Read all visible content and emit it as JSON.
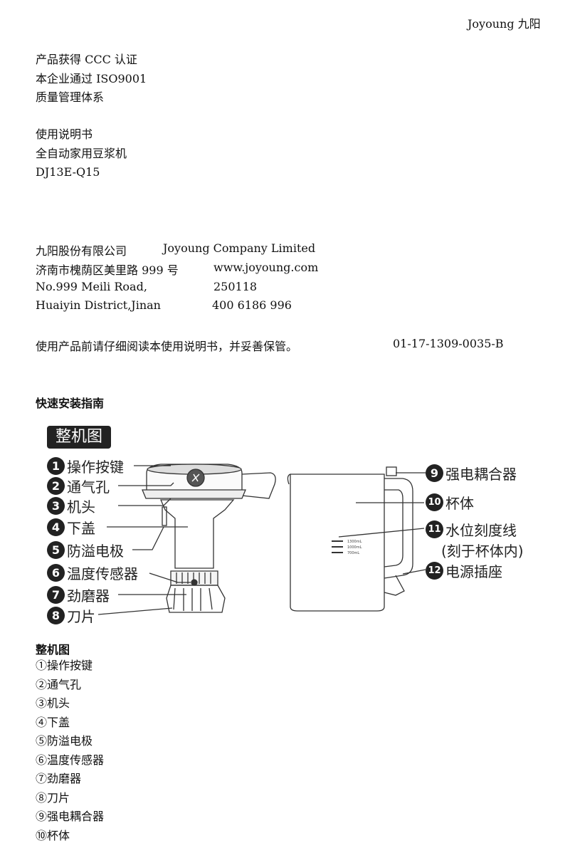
{
  "header": {
    "brand": "Joyoung 九阳"
  },
  "certs": [
    "产品获得 CCC 认证",
    "本企业通过 ISO9001",
    "质量管理体系"
  ],
  "manual": {
    "line1": "使用说明书",
    "line2": "全自动家用豆浆机",
    "model": "DJ13E-Q15"
  },
  "company": {
    "name_cn": "九阳股份有限公司",
    "name_en": "Joyoung Company Limited",
    "addr_cn": "济南市槐荫区美里路 999 号",
    "website": "www.joyoung.com",
    "addr_en1": "No.999 Meili Road,",
    "postcode": "250118",
    "addr_en2": "Huaiyin District,Jinan",
    "phone": "400 6186 996"
  },
  "notice": {
    "text": "使用产品前请仔细阅读本使用说明书，并妥善保管。",
    "code": "01-17-1309-0035-B"
  },
  "quick_guide_title": "快速安装指南",
  "diagram": {
    "title": "整机图",
    "left_labels": [
      {
        "n": "1",
        "text": "操作按键"
      },
      {
        "n": "2",
        "text": "通气孔"
      },
      {
        "n": "3",
        "text": "机头"
      },
      {
        "n": "4",
        "text": "下盖"
      },
      {
        "n": "5",
        "text": "防溢电极"
      },
      {
        "n": "6",
        "text": "温度传感器"
      },
      {
        "n": "7",
        "text": "劲磨器"
      },
      {
        "n": "8",
        "text": "刀片"
      }
    ],
    "right_labels": {
      "l9": {
        "n": "9",
        "text": "强电耦合器"
      },
      "l10": {
        "n": "10",
        "text": "杯体"
      },
      "l11": {
        "n": "11",
        "text": "水位刻度线"
      },
      "l11b": "(刻于杯体内)",
      "l12": {
        "n": "12",
        "text": "电源插座"
      }
    },
    "scale_marks": [
      "1300mL",
      "1000mL",
      "700mL"
    ]
  },
  "parts_title": "整机图",
  "parts_list": [
    "①操作按键",
    "②通气孔",
    "③机头",
    "④下盖",
    "⑤防溢电极",
    "⑥温度传感器",
    "⑦劲磨器",
    "⑧刀片",
    "⑨强电耦合器",
    "⑩杯体"
  ]
}
